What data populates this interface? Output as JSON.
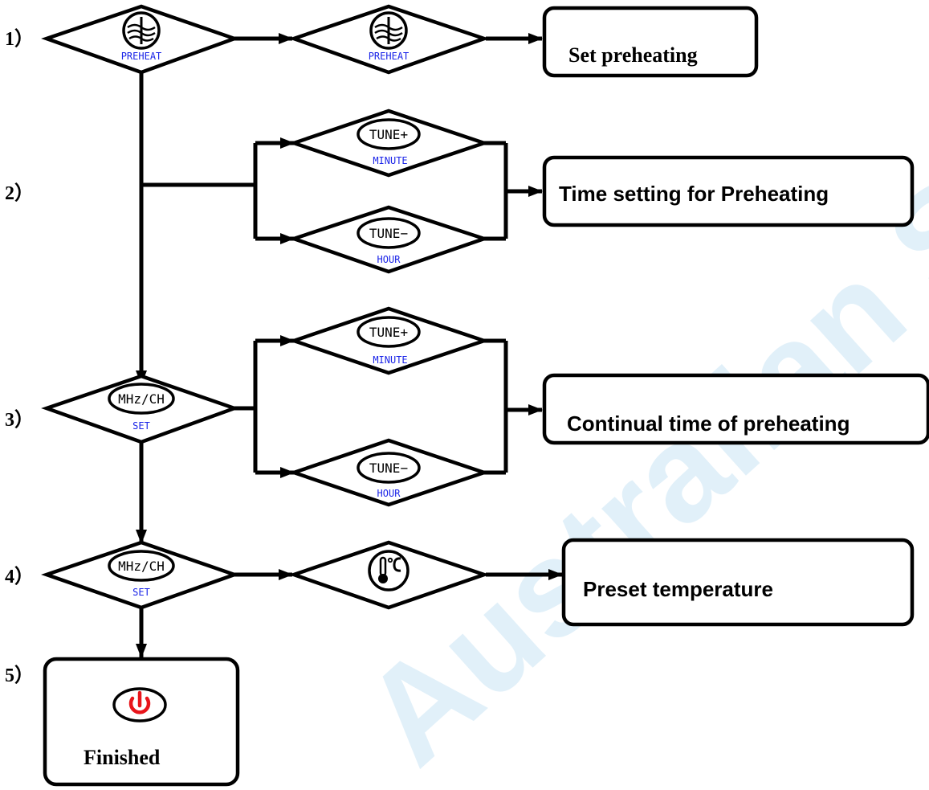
{
  "steps": {
    "s1": "1）",
    "s2": "2）",
    "s3": "3）",
    "s4": "4）",
    "s5": "5）"
  },
  "buttons": {
    "preheat_sub": "PREHEAT",
    "tune_plus": "TUNE+",
    "tune_minus": "TUNE−",
    "minute_sub": "MINUTE",
    "hour_sub": "HOUR",
    "mhz_ch": "MHz/CH",
    "set_sub": "SET"
  },
  "boxes": {
    "set_preheating": "Set preheating",
    "time_setting": "Time setting for Preheating",
    "continual_time": "Continual time of preheating",
    "preset_temperature": "Preset temperature",
    "finished": "Finished"
  },
  "watermark": "Australian Spa P",
  "colors": {
    "label_blue": "#1a24e8",
    "power_red": "#e8151b",
    "watermark": "#d2e9f6"
  },
  "icons": {
    "preheat": "heater-icon",
    "thermometer": "thermometer-celsius-icon",
    "power": "power-icon"
  }
}
